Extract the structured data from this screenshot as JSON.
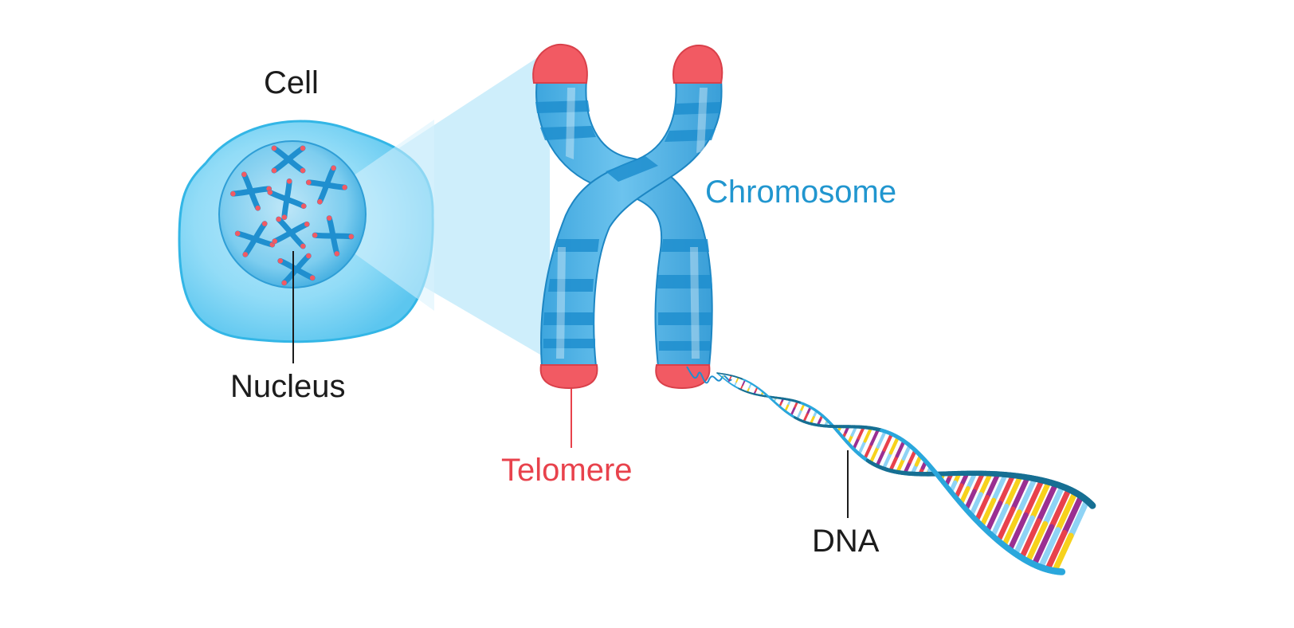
{
  "labels": {
    "cell": "Cell",
    "nucleus": "Nucleus",
    "chromosome": "Chromosome",
    "telomere": "Telomere",
    "dna": "DNA"
  },
  "colors": {
    "cell_fill": "#7fd2f3",
    "cell_stroke": "#33b6e6",
    "nucleus_fill": "#68c3ea",
    "chromosome_body": "#4ab2e5",
    "chromosome_band": "#1f8fcf",
    "telomere": "#f25a63",
    "chromosome_label": "#2196cf",
    "telomere_label": "#e8424c",
    "zoom_cone": "#c9ecfb",
    "dna_backbone_front": "#2aa7dc",
    "dna_backbone_back": "#166f93",
    "base_pair_colors": [
      "#e8424c",
      "#f7d21c",
      "#9a2f92",
      "#8fd3f5"
    ]
  }
}
